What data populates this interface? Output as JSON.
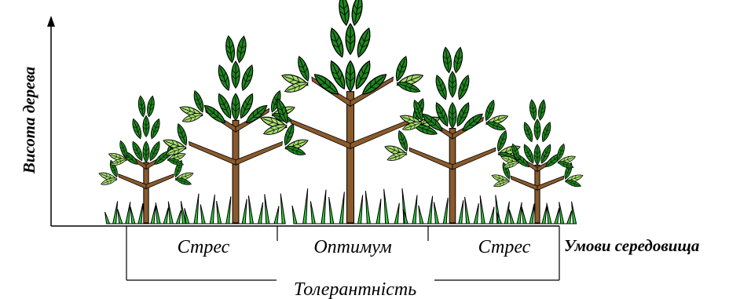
{
  "y_axis_label": "Висота дерева",
  "x_axis_label": "Умови середовища",
  "zones": [
    {
      "label": "Стрес"
    },
    {
      "label": "Оптимум"
    },
    {
      "label": "Стрес"
    }
  ],
  "tolerance_label": "Толерантність",
  "trees": [
    {
      "relative_height": 0.46
    },
    {
      "relative_height": 0.78
    },
    {
      "relative_height": 1.0
    },
    {
      "relative_height": 0.72
    },
    {
      "relative_height": 0.44
    }
  ],
  "colors": {
    "leaf_dark": "#1f8a1f",
    "leaf_light": "#a8e070",
    "trunk": "#8b5a2b",
    "grass": "#2fcf3a",
    "line": "#000000"
  }
}
